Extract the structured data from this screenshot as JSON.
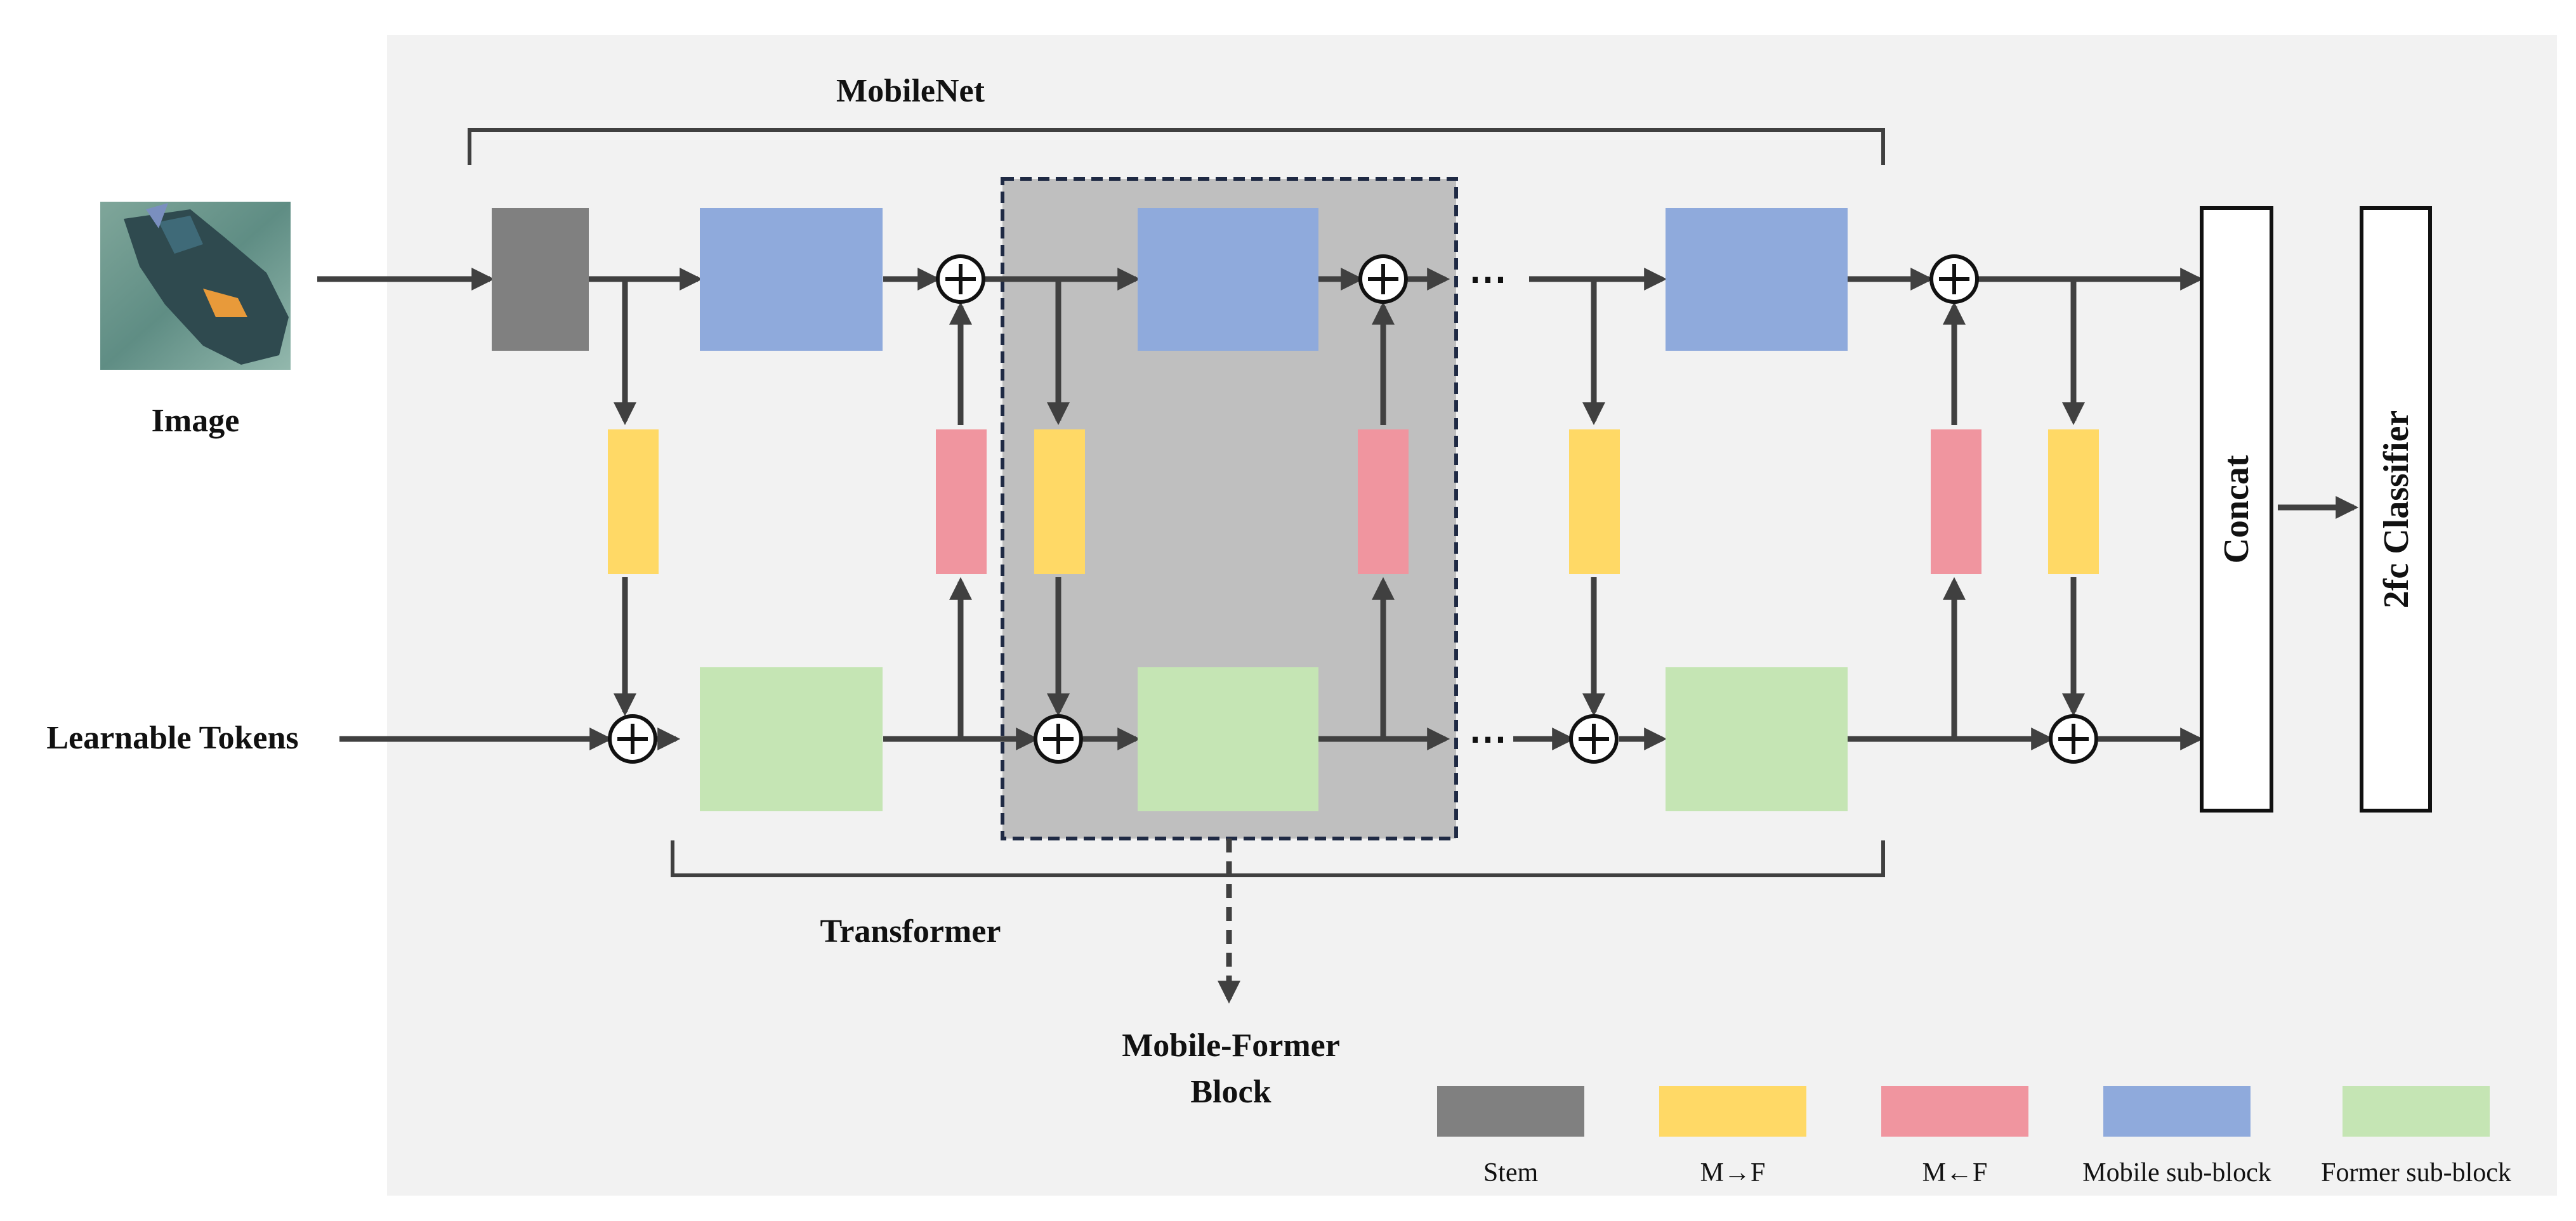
{
  "labels": {
    "mobilenet": "MobileNet",
    "transformer": "Transformer",
    "image": "Image",
    "tokens": "Learnable Tokens",
    "block_line1": "Mobile-Former",
    "block_line2": "Block",
    "concat": "Concat",
    "classifier": "2fc Classifier",
    "ellipsis": "⋯"
  },
  "legend": [
    {
      "label": "Stem",
      "color": "#808080"
    },
    {
      "label": "M→F",
      "color": "#ffd966"
    },
    {
      "label": "M←F",
      "color": "#f0959f"
    },
    {
      "label": "Mobile sub-block",
      "color": "#8faadc"
    },
    {
      "label": "Former sub-block",
      "color": "#c5e5b4"
    }
  ],
  "colors": {
    "background_panel": "#f2f2f2",
    "stem": "#808080",
    "m_to_f": "#ffd966",
    "f_to_m": "#f0959f",
    "mobile": "#8faadc",
    "former": "#c5e5b4",
    "block_highlight": "#bfbfbf",
    "arrow": "#404040"
  },
  "icons": {
    "plus": "circle-plus-icon",
    "image": "fish-photo-thumbnail"
  }
}
